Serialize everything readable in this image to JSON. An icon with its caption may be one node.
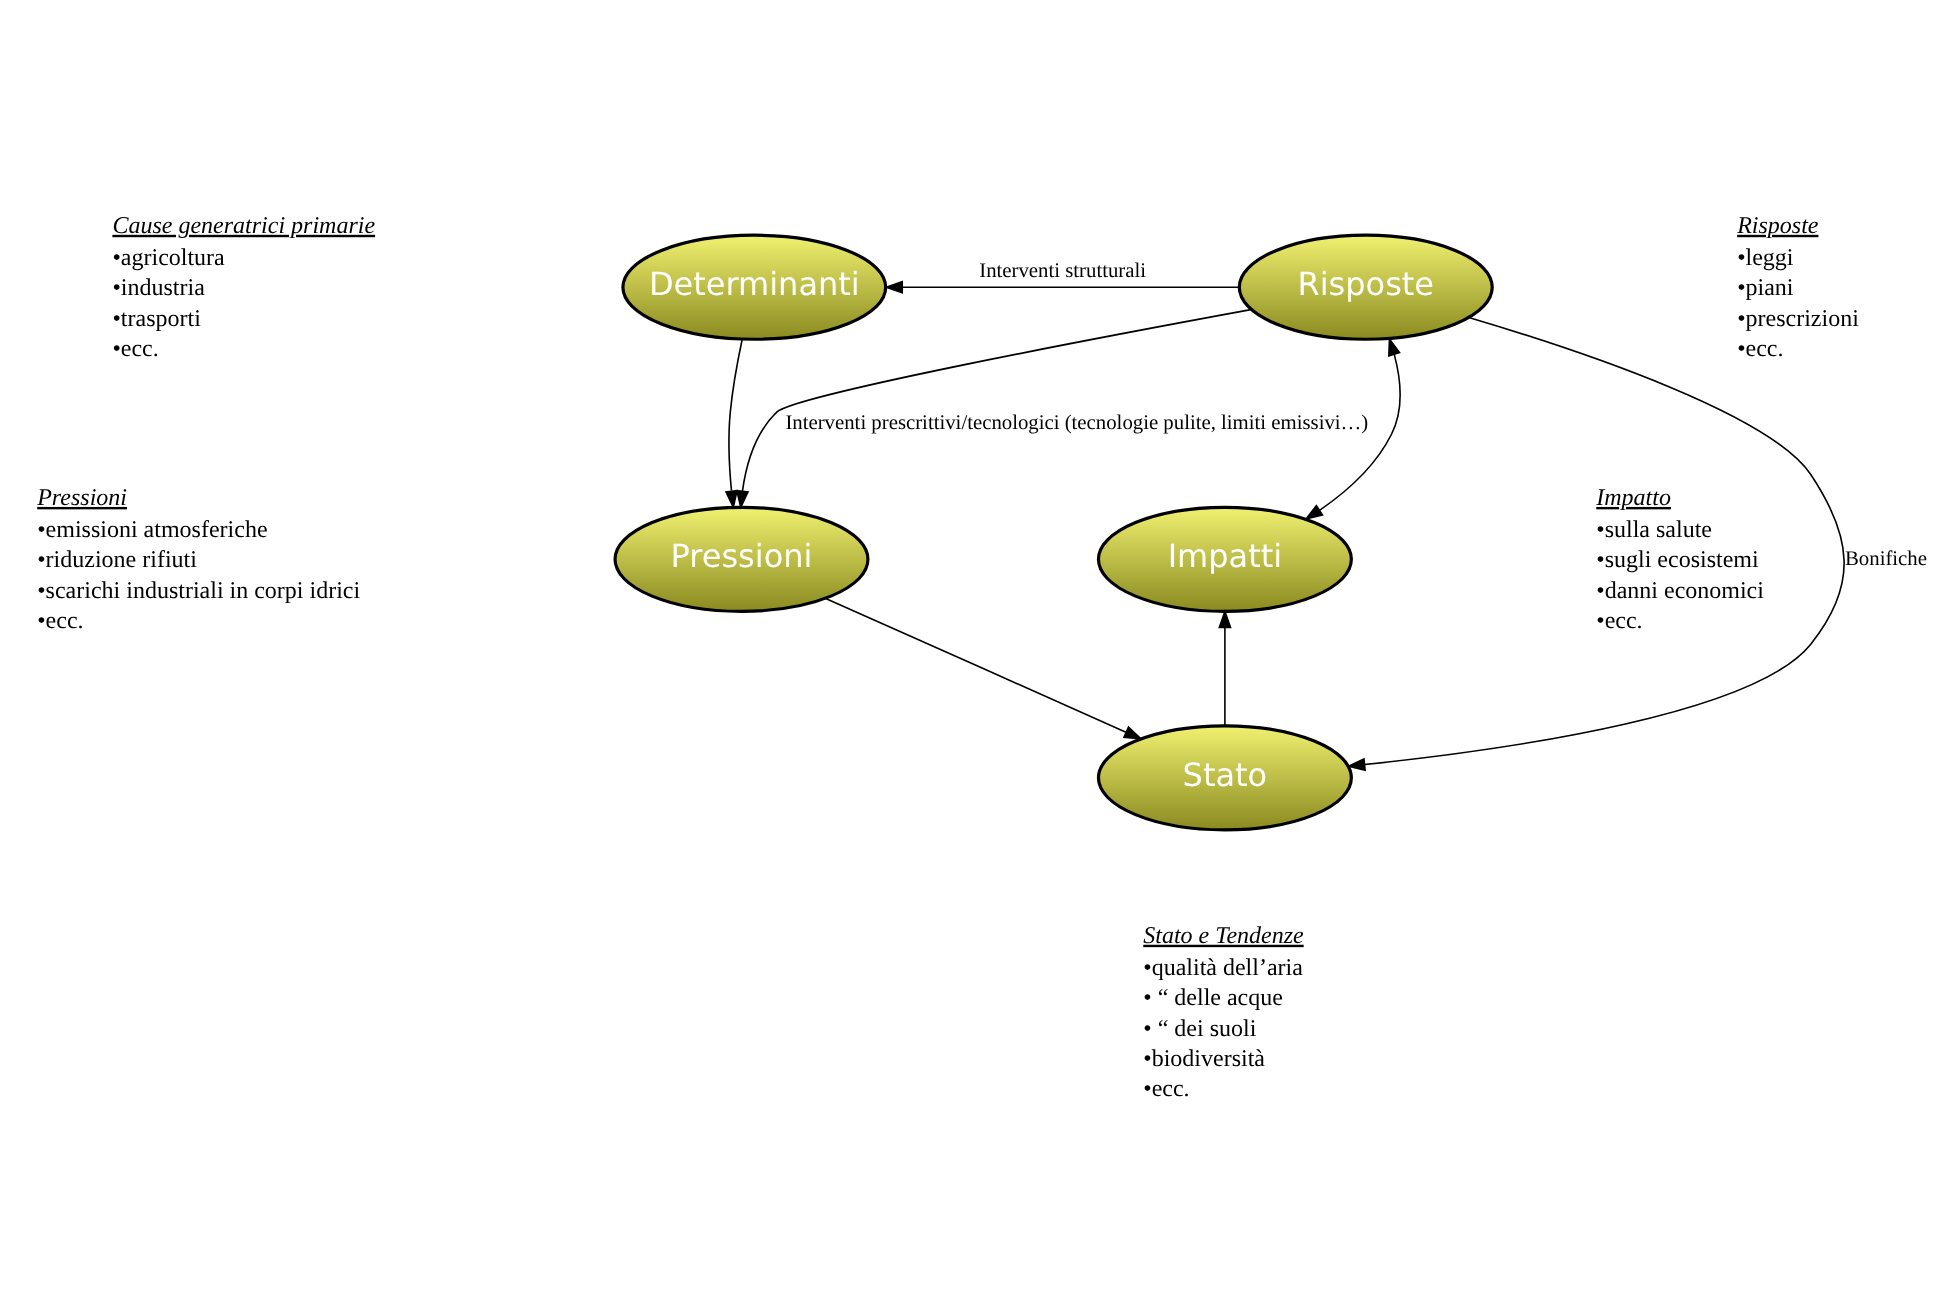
{
  "diagram": {
    "nodes": [
      {
        "text": [
          "Determinanti"
        ],
        "beside": [
          "Cause generatrici primarie",
          "•agricoltura",
          "•industria",
          "•trasporti",
          "•ecc."
        ]
      },
      {
        "text": [
          "Risposte"
        ],
        "beside": [
          "Risposte",
          "•leggi",
          "•piani",
          "•prescrizioni",
          "•ecc."
        ]
      },
      {
        "text": [
          "Pressioni"
        ],
        "beside": [
          "Pressioni",
          "•emissioni atmosferiche",
          "•riduzione rifiuti",
          "•scarichi industriali in corpi idrici",
          "•ecc."
        ]
      },
      {
        "text": [
          "Impatti"
        ],
        "beside": [
          "Impatto",
          "•sulla salute",
          "•sugli ecosistemi",
          "•danni economici",
          "•ecc."
        ]
      },
      {
        "text": [
          "Stato"
        ],
        "beside": [
          "Stato e Tendenze",
          "•qualità dell’aria",
          "• “ delle acque",
          "• “ dei suoli",
          "•biodiversità",
          "•ecc."
        ]
      }
    ],
    "edges": [
      {
        "from": 1,
        "to": 0,
        "arrow": "to",
        "label": "Interventi strutturali"
      },
      {
        "from": 0,
        "to": 2,
        "arrow": "to"
      },
      {
        "from": 1,
        "to": 2,
        "arrow": "to",
        "label": "Interventi prescrittivi/tecnologici (tecnologie pulite, limiti emissivi…)"
      },
      {
        "from": 1,
        "to": 4,
        "arrow": "to",
        "label": "Bonifiche"
      },
      {
        "from": 1,
        "to": 3,
        "arrow": "both"
      },
      {
        "from": 2,
        "to": 4,
        "arrow": "to"
      },
      {
        "from": 4,
        "to": 3,
        "arrow": "to"
      }
    ]
  }
}
